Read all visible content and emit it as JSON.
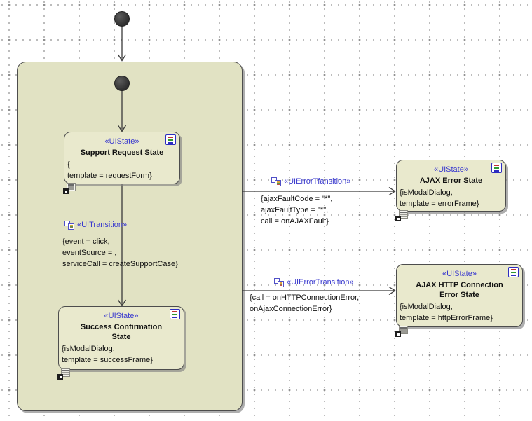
{
  "colors": {
    "stereotype_blue": "#3a3ace",
    "state_fill": "#e9e9cd",
    "composite_fill": "#e1e2c3",
    "line_color": "#3a3a3a",
    "shadow_gray": "#828282"
  },
  "icons": {
    "initial_node": "filled-circle-initial-state",
    "state_compartment": "internal-behavior-list-icon",
    "state_submachine": "submachine-window-icon",
    "transition_stereotype": "stereotype-copy-icon"
  },
  "states": {
    "support_request": {
      "stereotype": "«UIState»",
      "title": "Support Request State",
      "constraints": [
        "{",
        "template = requestForm}"
      ]
    },
    "success_confirmation": {
      "stereotype": "«UIState»",
      "title": "Success Confirmation State",
      "constraints": [
        "{isModalDialog,",
        "template = successFrame}"
      ]
    },
    "ajax_error": {
      "stereotype": "«UIState»",
      "title": "AJAX Error State",
      "constraints": [
        "{isModalDialog,",
        "template = errorFrame}"
      ]
    },
    "ajax_http_error": {
      "stereotype": "«UIState»",
      "title": "AJAX HTTP Connection Error State",
      "constraints": [
        "{isModalDialog,",
        "template = httpErrorFrame}"
      ]
    }
  },
  "transitions": {
    "ui_transition": {
      "stereotype": "«UITransition»",
      "constraints": [
        "{event = click,",
        "eventSource = ,",
        "serviceCall = createSupportCase}"
      ]
    },
    "ui_error_transition_ajax": {
      "stereotype": "«UIErrorTfansition»",
      "constraints": [
        "{ajaxFaultCode = \"*\",",
        "ajaxFaultType = \"*\",",
        "call = onAJAXFault}"
      ]
    },
    "ui_error_transition_http": {
      "stereotype": "«UIErrorTransition»",
      "constraints": [
        "{call = onHTTPConnectionError,",
        "onAjaxConnectionError}"
      ]
    }
  }
}
